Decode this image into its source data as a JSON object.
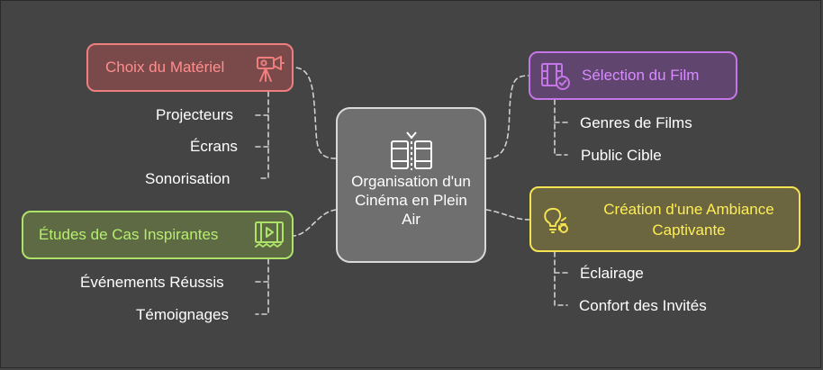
{
  "center": {
    "label": "Organisation d'un Cinéma en Plein Air",
    "icon": "film-strip-icon"
  },
  "branches": {
    "materiel": {
      "label": "Choix du Matériel",
      "icon": "movie-camera-icon",
      "color": "#ef7e7e",
      "items": [
        "Projecteurs",
        "Écrans",
        "Sonorisation"
      ]
    },
    "film": {
      "label": "Sélection du Film",
      "icon": "film-check-icon",
      "color": "#c476e8",
      "items": [
        "Genres de Films",
        "Public Cible"
      ]
    },
    "ambiance": {
      "label": "Création d'une Ambiance Captivante",
      "icon": "lightbulb-icon",
      "color": "#f5e351",
      "items": [
        "Éclairage",
        "Confort des Invités"
      ]
    },
    "etudes": {
      "label": "Études de Cas Inspirantes",
      "icon": "video-play-icon",
      "color": "#aee36a",
      "items": [
        "Événements Réussis",
        "Témoignages"
      ]
    }
  }
}
